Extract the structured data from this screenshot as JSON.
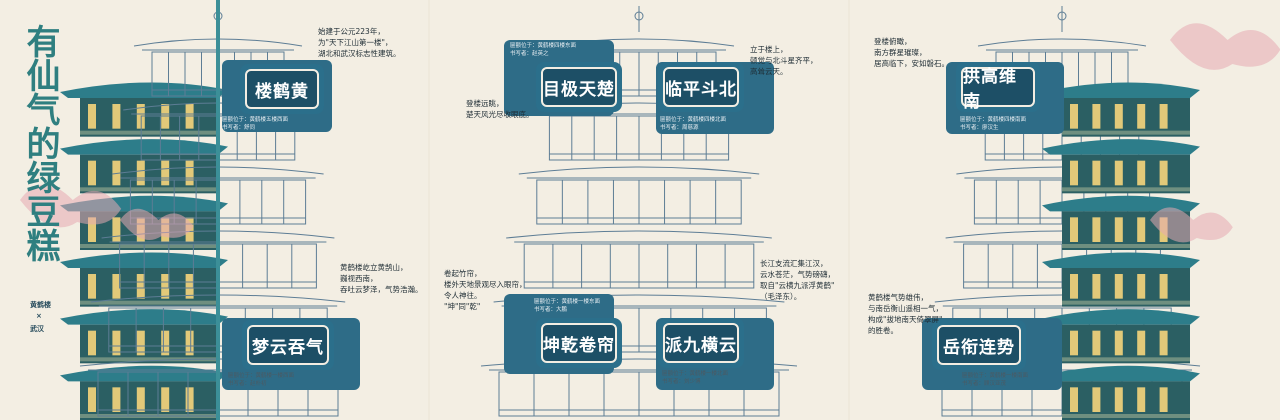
{
  "title": "有仙气的绿豆糕",
  "logos": [
    "黄鹤楼",
    "×",
    "武汉"
  ],
  "signs": {
    "s1": "楼鹤黄",
    "s2": "梦云吞气",
    "s3": "目极天楚",
    "s4": "临平斗北",
    "s5": "坤乾卷帘",
    "s6": "派九横云",
    "s7": "拱高维南",
    "s8": "岳衔连势"
  },
  "captions": {
    "c1": "匾额位于：黄鹤楼五楼西面\n书写者：舒同",
    "c2": "匾额位于：黄鹤楼一楼西面\n书写者：赵朴初",
    "c3": "匾额位于：黄鹤楼四楼东面\n书写者：赵英之",
    "c4": "匾额位于：黄鹤楼四楼北面\n书写者：周慈源",
    "c5": "匾额位于：黄鹤楼一楼东面\n书写者：大鹏",
    "c6": "匾额位于：黄鹤楼一楼北面\n书写者：刘少博",
    "c7": "匾额位于：黄鹤楼四楼南面\n书写者：廖汉生",
    "c8": "匾额位于：黄鹤楼一楼南面\n书写者：顾汉亚茂"
  },
  "poems": {
    "p1": "始建于公元223年，\n为\"天下江山第一楼\"，\n湖北和武汉标志性建筑。",
    "p2": "黄鹤楼屹立黄鹄山，\n巍视西南，\n吞吐云梦泽，气势浩瀚。",
    "p3": "立于楼上，\n顿觉与北斗星齐平，\n高耸云天。",
    "p4": "登楼远眺，\n楚天风光尽收眼底。",
    "p5": "卷起竹帘，\n楼外天地景观尽入眼帘，\n令人神往。\n\"坤\"同\"乾\"",
    "p6": "长江支流汇集江汉，\n云水苍茫，气势磅礴，\n取自\"云横九派浮黄鹤\"\n（毛泽东）。",
    "p7": "登楼俯瞰，\n南方群星璀璨，\n居高临下，安如磐石。",
    "p8": "黄鹤楼气势雄伟，\n与南岳衡山遥相一气，\n构成\"拔地南天倚翠屏\"\n的胜卷。"
  },
  "colors": {
    "teal": "#2f7f80",
    "sign": "#1d4f66",
    "plaque": "#2e6c87",
    "line": "#5d7d95",
    "pink": "#e6a9b3",
    "roof": "#2d7d8a",
    "gold": "#e2c979"
  }
}
